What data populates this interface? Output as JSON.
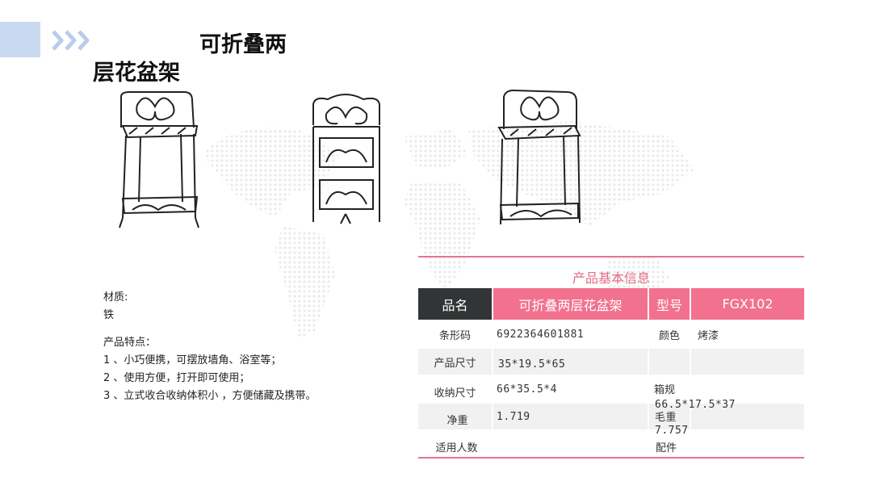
{
  "title": {
    "line1": "可折叠两",
    "line2": "层花盆架"
  },
  "material": {
    "label": "材质:",
    "value": "铁"
  },
  "features": {
    "heading": "产品特点：",
    "items": [
      "1 、小巧便携，可摆放墙角、浴室等；",
      "2 、使用方便，打开即可使用；",
      " 3 、立式收合收纳体积小 ，方便储藏及携带。"
    ]
  },
  "spec_table": {
    "title": "产品基本信息",
    "header": {
      "name_label": "品名",
      "name_value": "可折叠两层花盆架",
      "model_label": "型号",
      "model_value": "FGX102"
    },
    "barcode": {
      "label": "条形码",
      "value": "6922364601881"
    },
    "color": {
      "label": "颜色",
      "value": "烤漆"
    },
    "size": {
      "label": "产品尺寸",
      "value": "35*19.5*65"
    },
    "folded": {
      "label": "收纳尺寸",
      "value": "66*35.5*4"
    },
    "carton": {
      "label": "箱规",
      "value": "66.5*17.5*37"
    },
    "net_weight": {
      "label": "净重",
      "value": "1.719"
    },
    "gross_weight": {
      "label": "毛重",
      "value": "7.757"
    },
    "users": {
      "label": "适用人数"
    },
    "accessories": {
      "label": "配件"
    }
  },
  "colors": {
    "accent_pink": "#f2718f",
    "rule_pink": "#e8748f",
    "header_dark": "#333436",
    "corner_blue": "#c9d9ef"
  }
}
